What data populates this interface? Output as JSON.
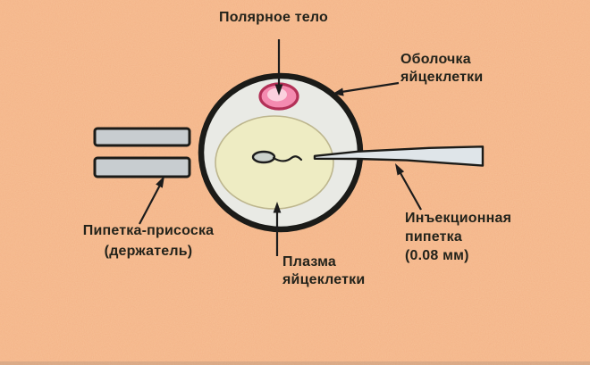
{
  "diagram": {
    "labels": {
      "polar_body": {
        "line1": "Полярное тело"
      },
      "egg_membrane": {
        "line1": "Оболочка",
        "line2": "яйцеклетки"
      },
      "holder_pipette": {
        "line1": "Пипетка-присоска",
        "line2": "(держатель)"
      },
      "egg_plasma": {
        "line1": "Плазма",
        "line2": "яйцеклетки"
      },
      "injection_pipette": {
        "line1": "Инъекционная",
        "line2": "пипетка",
        "line3": "(0.08 мм)"
      }
    },
    "colors": {
      "background": "#f3b083",
      "outline": "#1b1b18",
      "egg_ring_fill": "#e9eae5",
      "egg_plasma_fill": "#eeecc3",
      "plasma_edge": "#bdb68e",
      "polar_body_fill": "#f48bb0",
      "polar_body_stroke": "#b33057",
      "polar_body_highlight": "#fbdce6",
      "holder_fill": "#c8cdd0",
      "injection_pipette_fill": "#dfe5e9",
      "sperm_fill": "#ccd2cc",
      "label_text": "#23231b"
    }
  }
}
